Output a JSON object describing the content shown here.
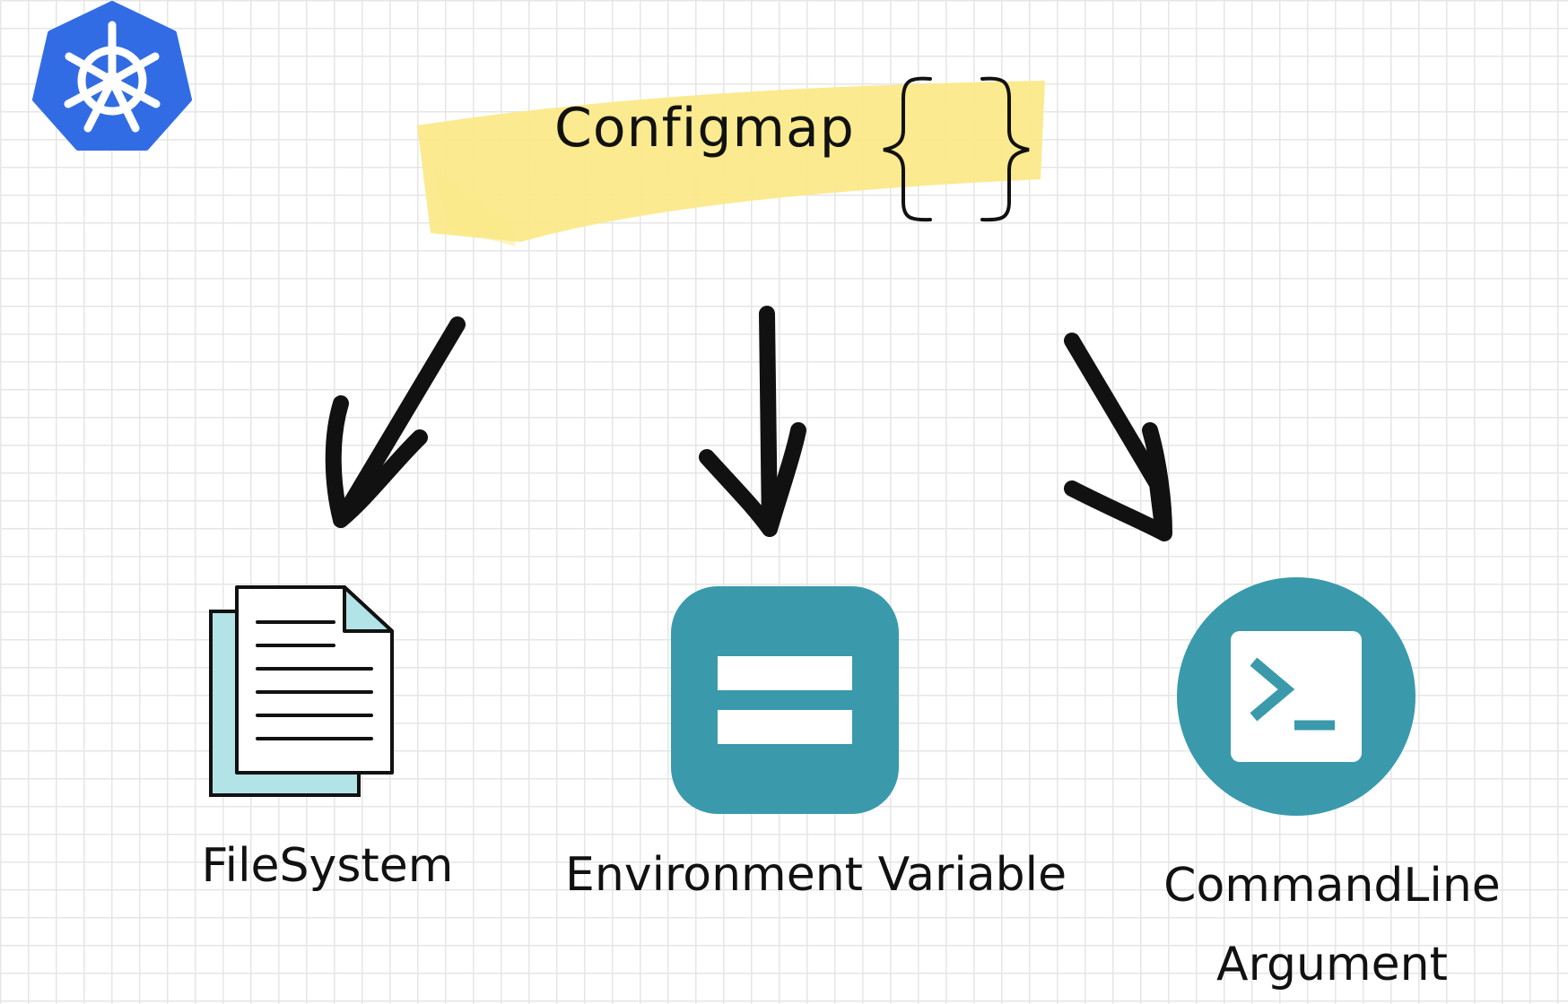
{
  "title": "Configmap",
  "targets": [
    {
      "label": "FileSystem",
      "icon": "document-icon"
    },
    {
      "label": "Environment Variable",
      "icon": "equals-icon"
    },
    {
      "label": "CommandLine Argument",
      "icon": "terminal-icon"
    }
  ],
  "logo_icon": "kubernetes-helm-icon",
  "colors": {
    "logo": "#326ce5",
    "highlight": "#fbe989",
    "icon_teal": "#3a9aab",
    "doc_back": "#b2e3e6",
    "ink": "#111111"
  }
}
